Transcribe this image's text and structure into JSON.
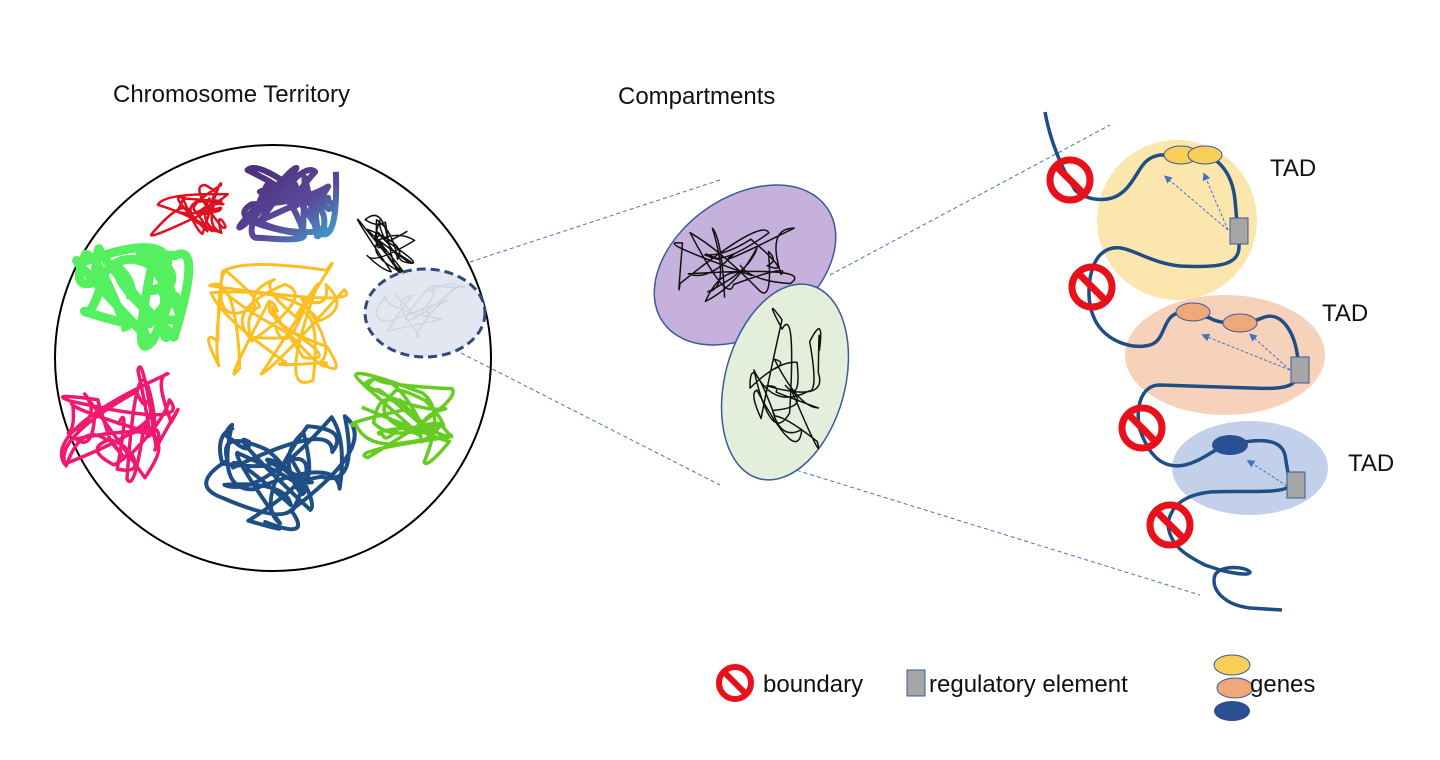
{
  "titles": {
    "territory": "Chromosome Territory",
    "compartments": "Compartments"
  },
  "tads": [
    {
      "label": "TAD",
      "fill": "#fbe6ad"
    },
    {
      "label": "TAD",
      "fill": "#f7d2bb"
    },
    {
      "label": "TAD",
      "fill": "#c3d0ea"
    }
  ],
  "legend": {
    "boundary": "boundary",
    "regulatory": "regulatory element",
    "genes": "genes"
  },
  "colors": {
    "chain": "#1f4e85",
    "boundary": "#e8101a",
    "regulatory": "#a6a6a6",
    "gene_yellow": "#f9cf5a",
    "gene_peach": "#f0a77a",
    "gene_blue": "#2a4f94",
    "compartment_a": "#c6b1dc",
    "compartment_b": "#e3eedb"
  }
}
